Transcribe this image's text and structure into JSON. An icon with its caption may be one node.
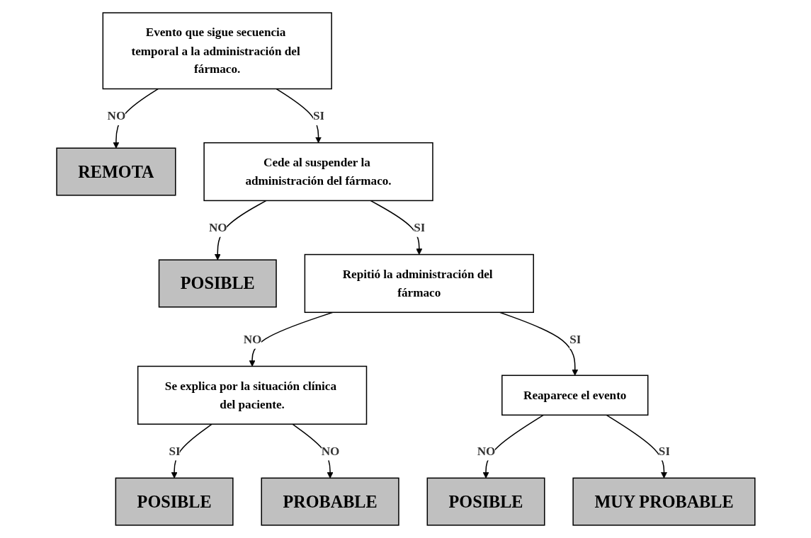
{
  "diagram": {
    "nodes": [
      {
        "text": [
          "REMOTA"
        ]
      },
      {
        "text": [
          "Evento que sigue secuencia temporal a la administración del fármaco."
        ]
      },
      {
        "text": [
          "POSIBLE"
        ]
      },
      {
        "text": [
          "Cede al suspender la administración del fármaco."
        ]
      },
      {
        "text": [
          "POSIBLE"
        ]
      },
      {
        "text": [
          "Se explica por la situación clínica del paciente."
        ]
      },
      {
        "text": [
          "Repitió la administración del fármaco"
        ]
      },
      {
        "text": [
          "Reaparece el evento"
        ]
      },
      {
        "text": [
          "POSIBLE"
        ]
      },
      {
        "text": [
          "PROBABLE"
        ]
      },
      {
        "text": [
          "MUY PROBABLE"
        ]
      }
    ],
    "edges": [
      {
        "from": 1,
        "to": 0,
        "arrow": "to",
        "label": "NO"
      },
      {
        "from": 1,
        "to": 3,
        "arrow": "to",
        "label": "SI"
      },
      {
        "from": 3,
        "to": 4,
        "arrow": "to",
        "label": "NO"
      },
      {
        "from": 3,
        "to": 6,
        "arrow": "to",
        "label": "SI"
      },
      {
        "from": 6,
        "to": 5,
        "arrow": "to",
        "label": "NO"
      },
      {
        "from": 5,
        "to": 2,
        "arrow": "to",
        "label": "SI"
      },
      {
        "from": 5,
        "to": 9,
        "arrow": "to",
        "label": "NO"
      },
      {
        "from": 6,
        "to": 7,
        "arrow": "to",
        "label": "SI"
      },
      {
        "from": 7,
        "to": 8,
        "arrow": "to",
        "label": "NO"
      },
      {
        "from": 7,
        "to": 10,
        "arrow": "to",
        "label": "SI"
      }
    ]
  }
}
